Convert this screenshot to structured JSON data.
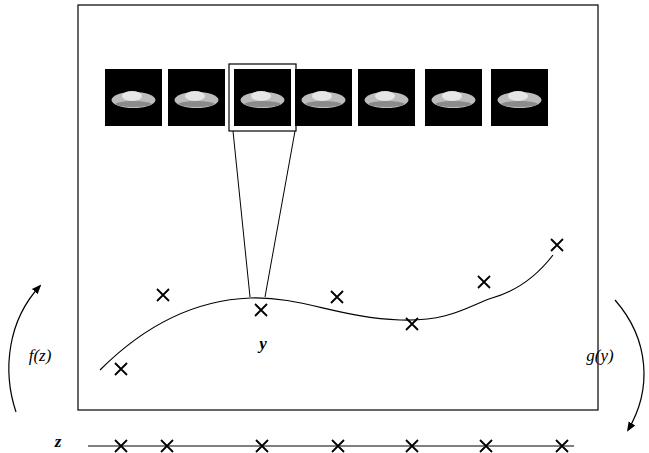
{
  "diagram": {
    "labels": [
      "y",
      "f(z)",
      "g(y)",
      "z"
    ]
  }
}
